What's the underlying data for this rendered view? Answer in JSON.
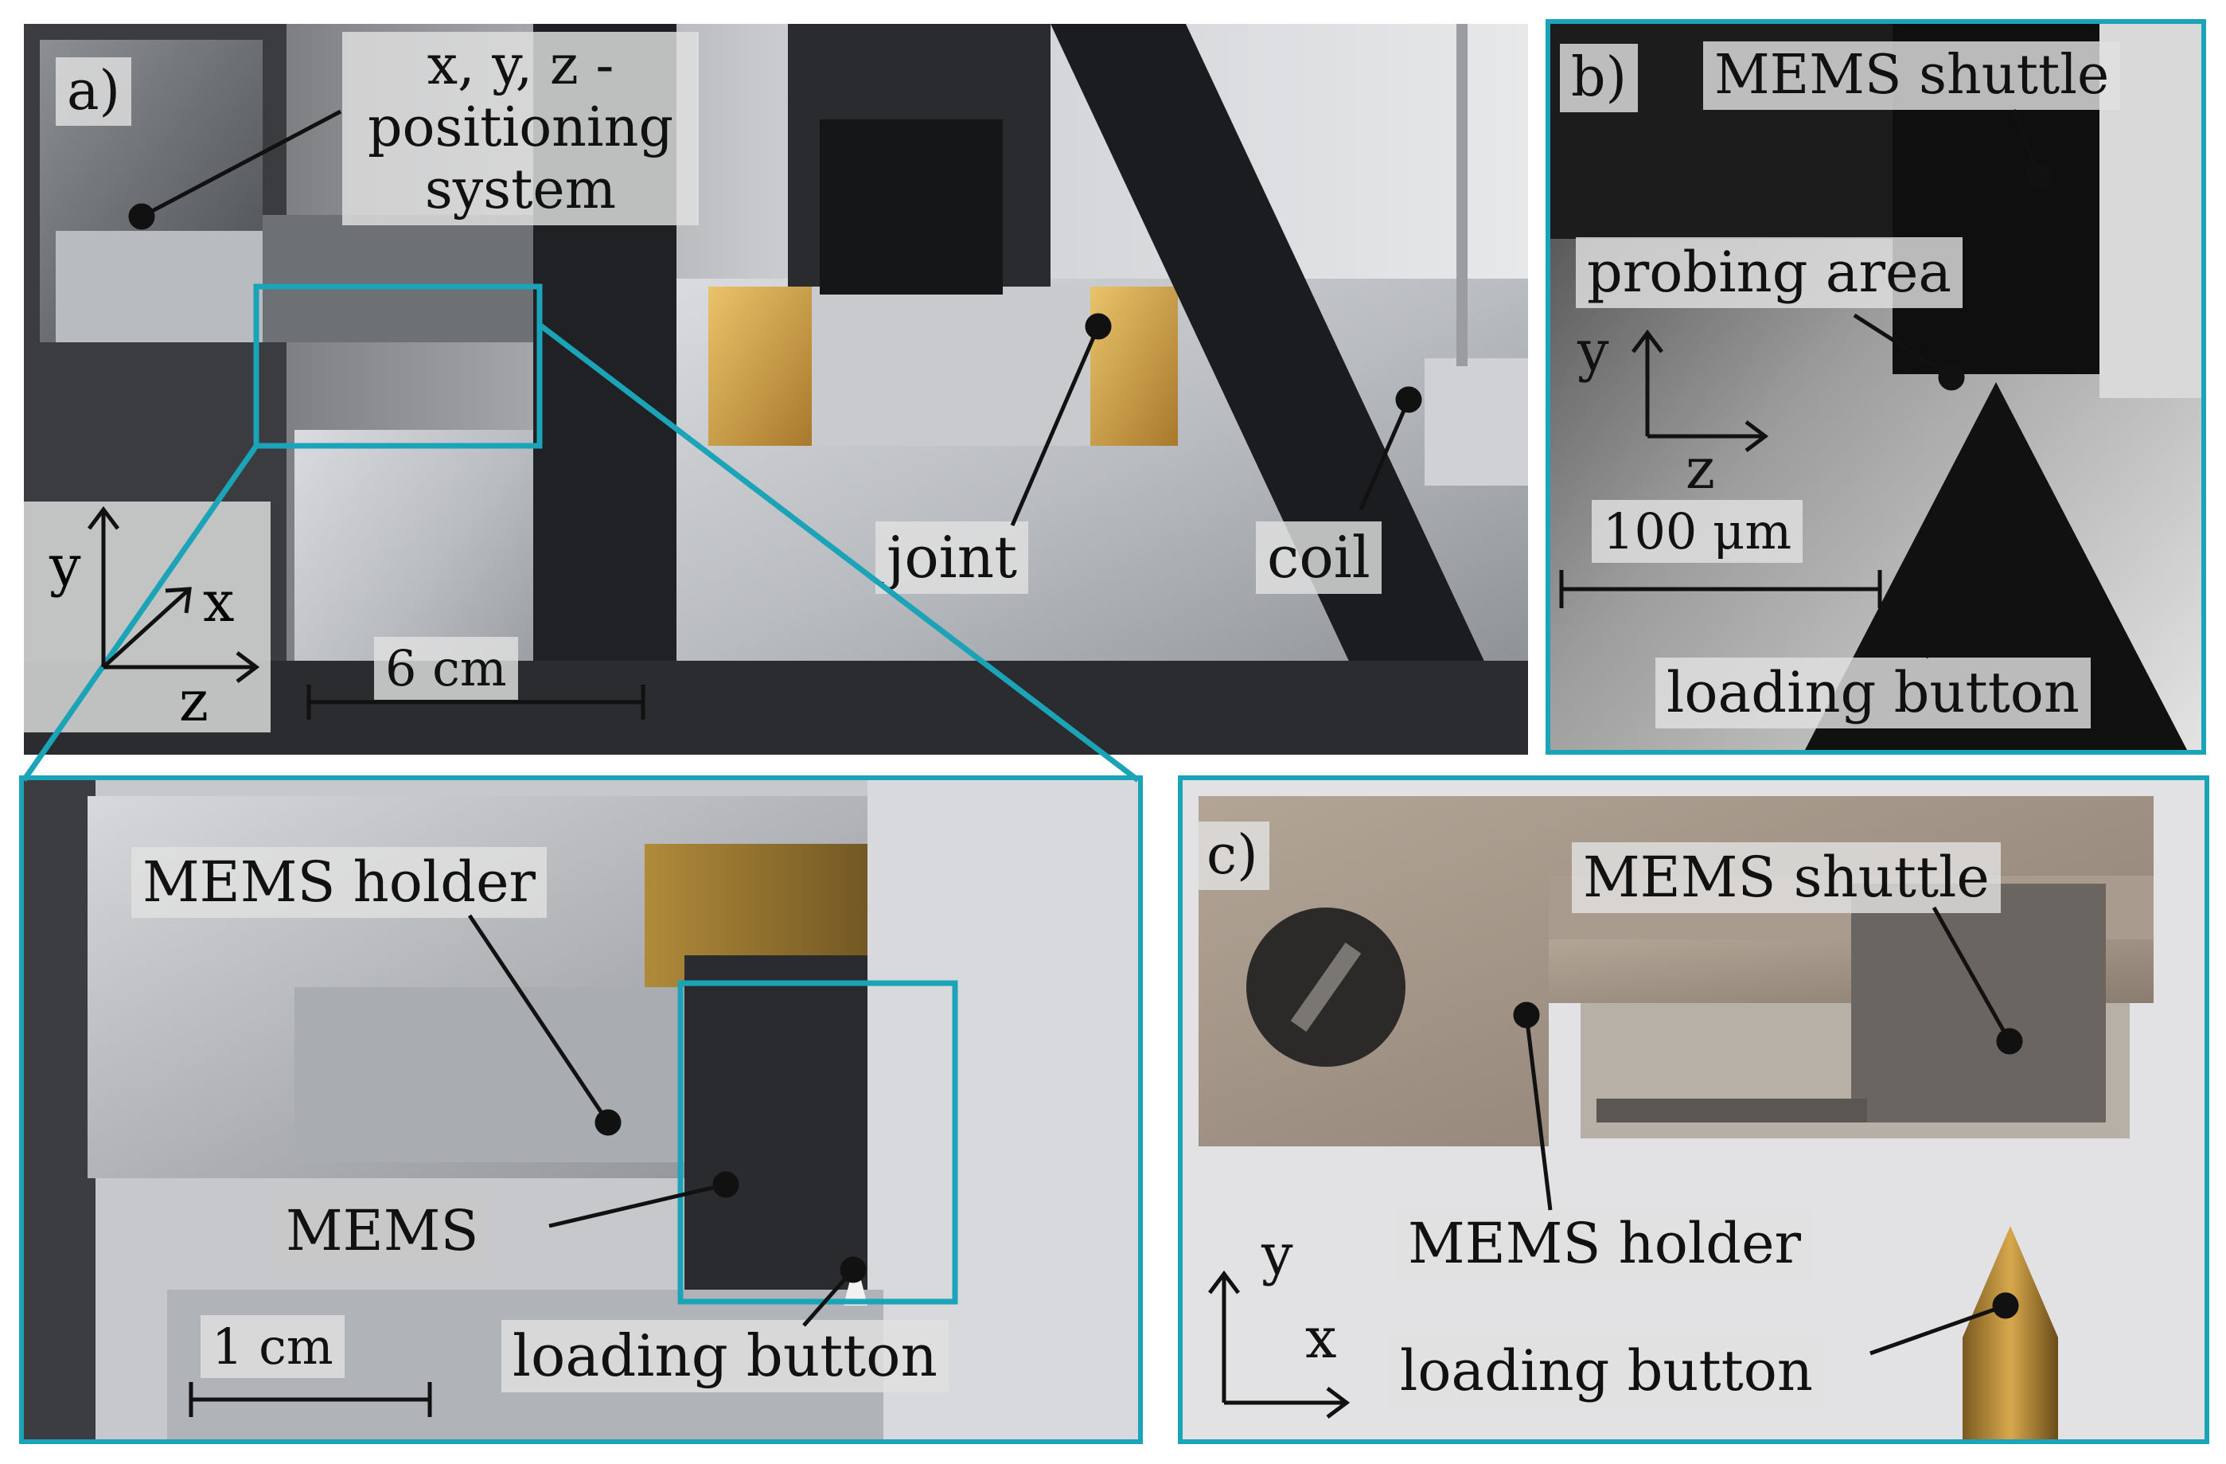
{
  "panel_a": {
    "tag": "a)",
    "positioning_line1": "x, y, z -",
    "positioning_line2": "positioning",
    "positioning_line3": "system",
    "joint": "joint",
    "coil": "coil",
    "scale": "6 cm",
    "axes": {
      "y": "y",
      "x": "x",
      "z": "z"
    }
  },
  "panel_b": {
    "tag": "b)",
    "mems_shuttle": "MEMS shuttle",
    "probing_area": "probing area",
    "scale": "100 μm",
    "loading_button": "loading button",
    "axes": {
      "y": "y",
      "z": "z"
    }
  },
  "panel_c": {
    "tag": "c)",
    "mems_shuttle": "MEMS shuttle",
    "mems_holder": "MEMS holder",
    "loading_button": "loading button",
    "axes": {
      "y": "y",
      "x": "x"
    }
  },
  "panel_zoom": {
    "mems_holder": "MEMS holder",
    "mems": "MEMS",
    "scale": "1 cm",
    "loading_button": "loading button"
  },
  "colors": {
    "frame": "#1ba3b8",
    "label_bg": "#e1e1e1",
    "ink": "#111111"
  }
}
